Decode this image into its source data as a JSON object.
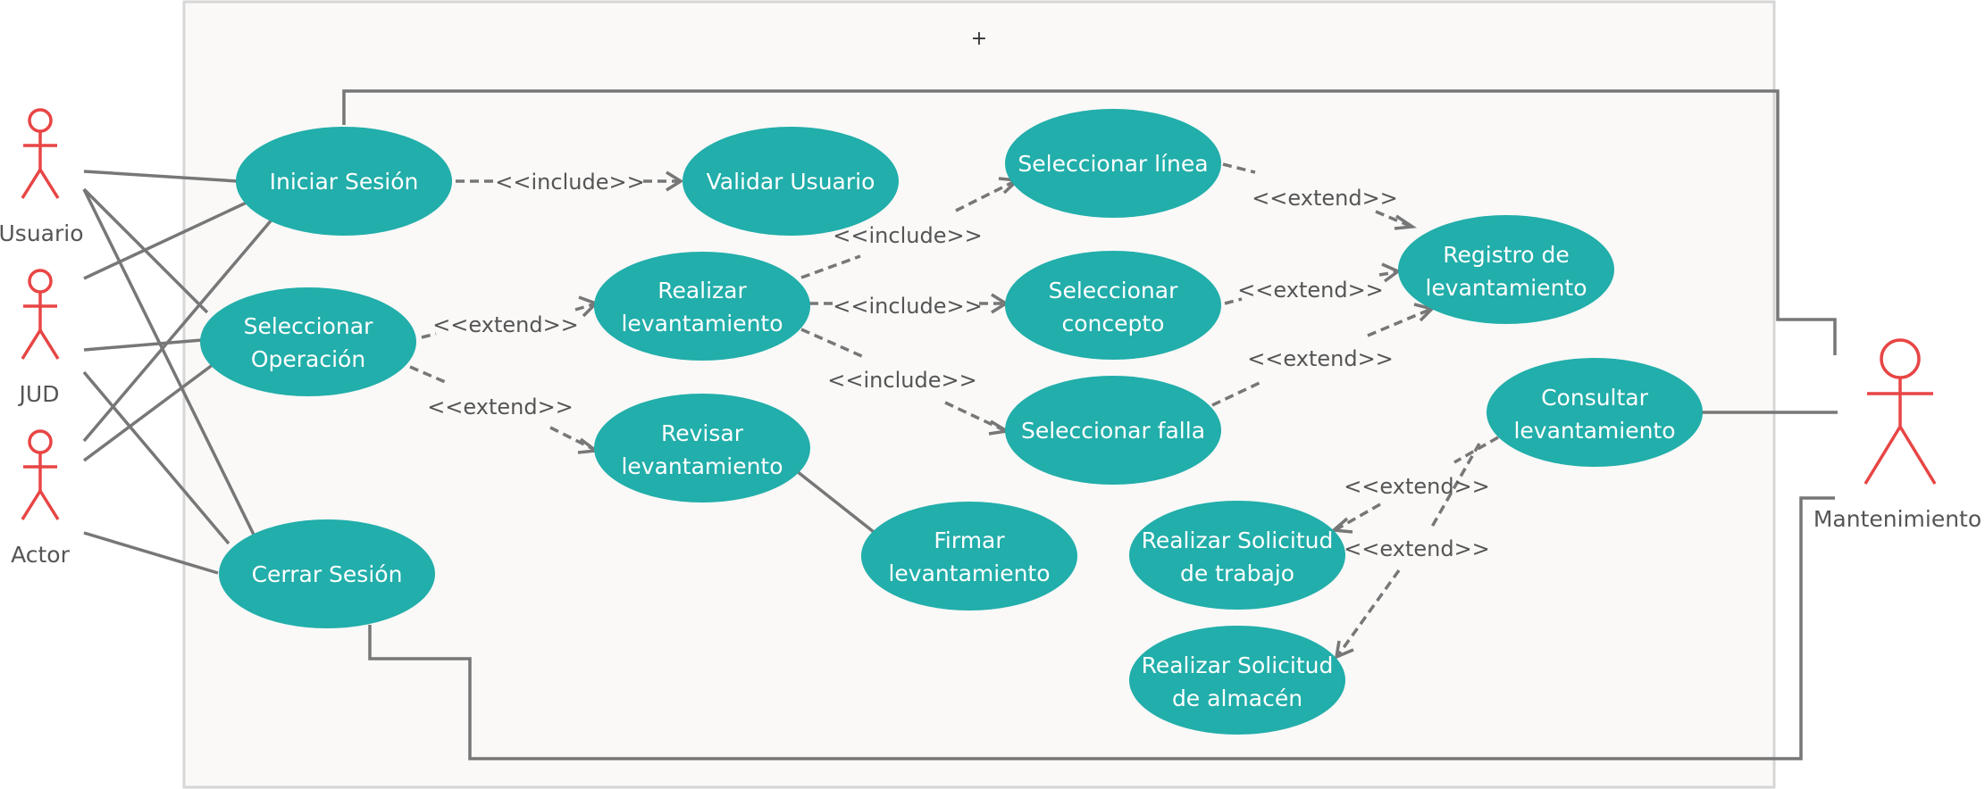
{
  "colors": {
    "use_case_fill": "#22aeaa",
    "actor_stroke": "#e84545",
    "line": "#777777",
    "frame_fill": "#faf9f8",
    "frame_border": "#d6d6d6"
  },
  "system": {
    "title": "+"
  },
  "actors": {
    "usuario": "Usuario",
    "jud": "JUD",
    "actor": "Actor",
    "mantenimiento": "Mantenimiento"
  },
  "use_cases": {
    "iniciar_sesion": [
      "Iniciar Sesión"
    ],
    "validar_usuario": [
      "Validar Usuario"
    ],
    "seleccionar_operacion": [
      "Seleccionar",
      "Operación"
    ],
    "realizar_levantamiento": [
      "Realizar",
      "levantamiento"
    ],
    "revisar_levantamiento": [
      "Revisar",
      "levantamiento"
    ],
    "firmar_levantamiento": [
      "Firmar",
      "levantamiento"
    ],
    "cerrar_sesion": [
      "Cerrar Sesión"
    ],
    "seleccionar_linea": [
      "Seleccionar línea"
    ],
    "seleccionar_concepto": [
      "Seleccionar",
      "concepto"
    ],
    "seleccionar_falla": [
      "Seleccionar falla"
    ],
    "registro_levantamiento": [
      "Registro de",
      "levantamiento"
    ],
    "consultar_levantamiento": [
      "Consultar",
      "levantamiento"
    ],
    "solicitud_trabajo": [
      "Realizar Solicitud",
      "de trabajo"
    ],
    "solicitud_almacen": [
      "Realizar Solicitud",
      "de almacén"
    ]
  },
  "relationships": {
    "include_validar": "<<include>>",
    "extend_realizar": "<<extend>>",
    "extend_revisar": "<<extend>>",
    "include_linea": "<<include>>",
    "include_concepto": "<<include>>",
    "include_falla": "<<include>>",
    "extend_linea_registro": "<<extend>>",
    "extend_concepto_registro": "<<extend>>",
    "extend_falla_registro": "<<extend>>",
    "extend_trabajo": "<<extend>>",
    "extend_almacen": "<<extend>>"
  }
}
